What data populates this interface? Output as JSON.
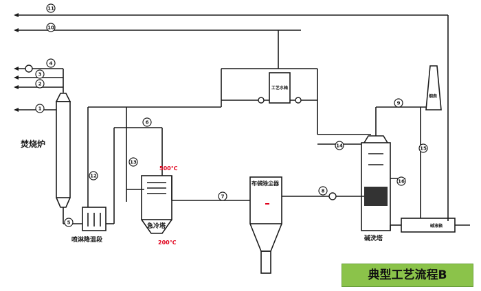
{
  "labels": {
    "incinerator": "焚烧炉",
    "spray_section": "喷淋降温段",
    "quench_tower": "急冷塔",
    "bag_filter": "布袋除尘器",
    "scrubber": "碱洗塔",
    "process_tank": "工艺水箱",
    "chimney": "烟囱",
    "alkali_tank": "碱液箱",
    "temp_500": "500℃",
    "temp_200": "200℃"
  },
  "stream_numbers": [
    "1",
    "2",
    "3",
    "4",
    "5",
    "6",
    "7",
    "8",
    "9",
    "10",
    "11",
    "12",
    "13",
    "14",
    "15",
    "16"
  ],
  "caption": "典型工艺流程B",
  "colors": {
    "line": "#1a1a1a",
    "temperature": "#e0001b",
    "caption_bg": "#8bc34a",
    "packing": "#333333"
  }
}
